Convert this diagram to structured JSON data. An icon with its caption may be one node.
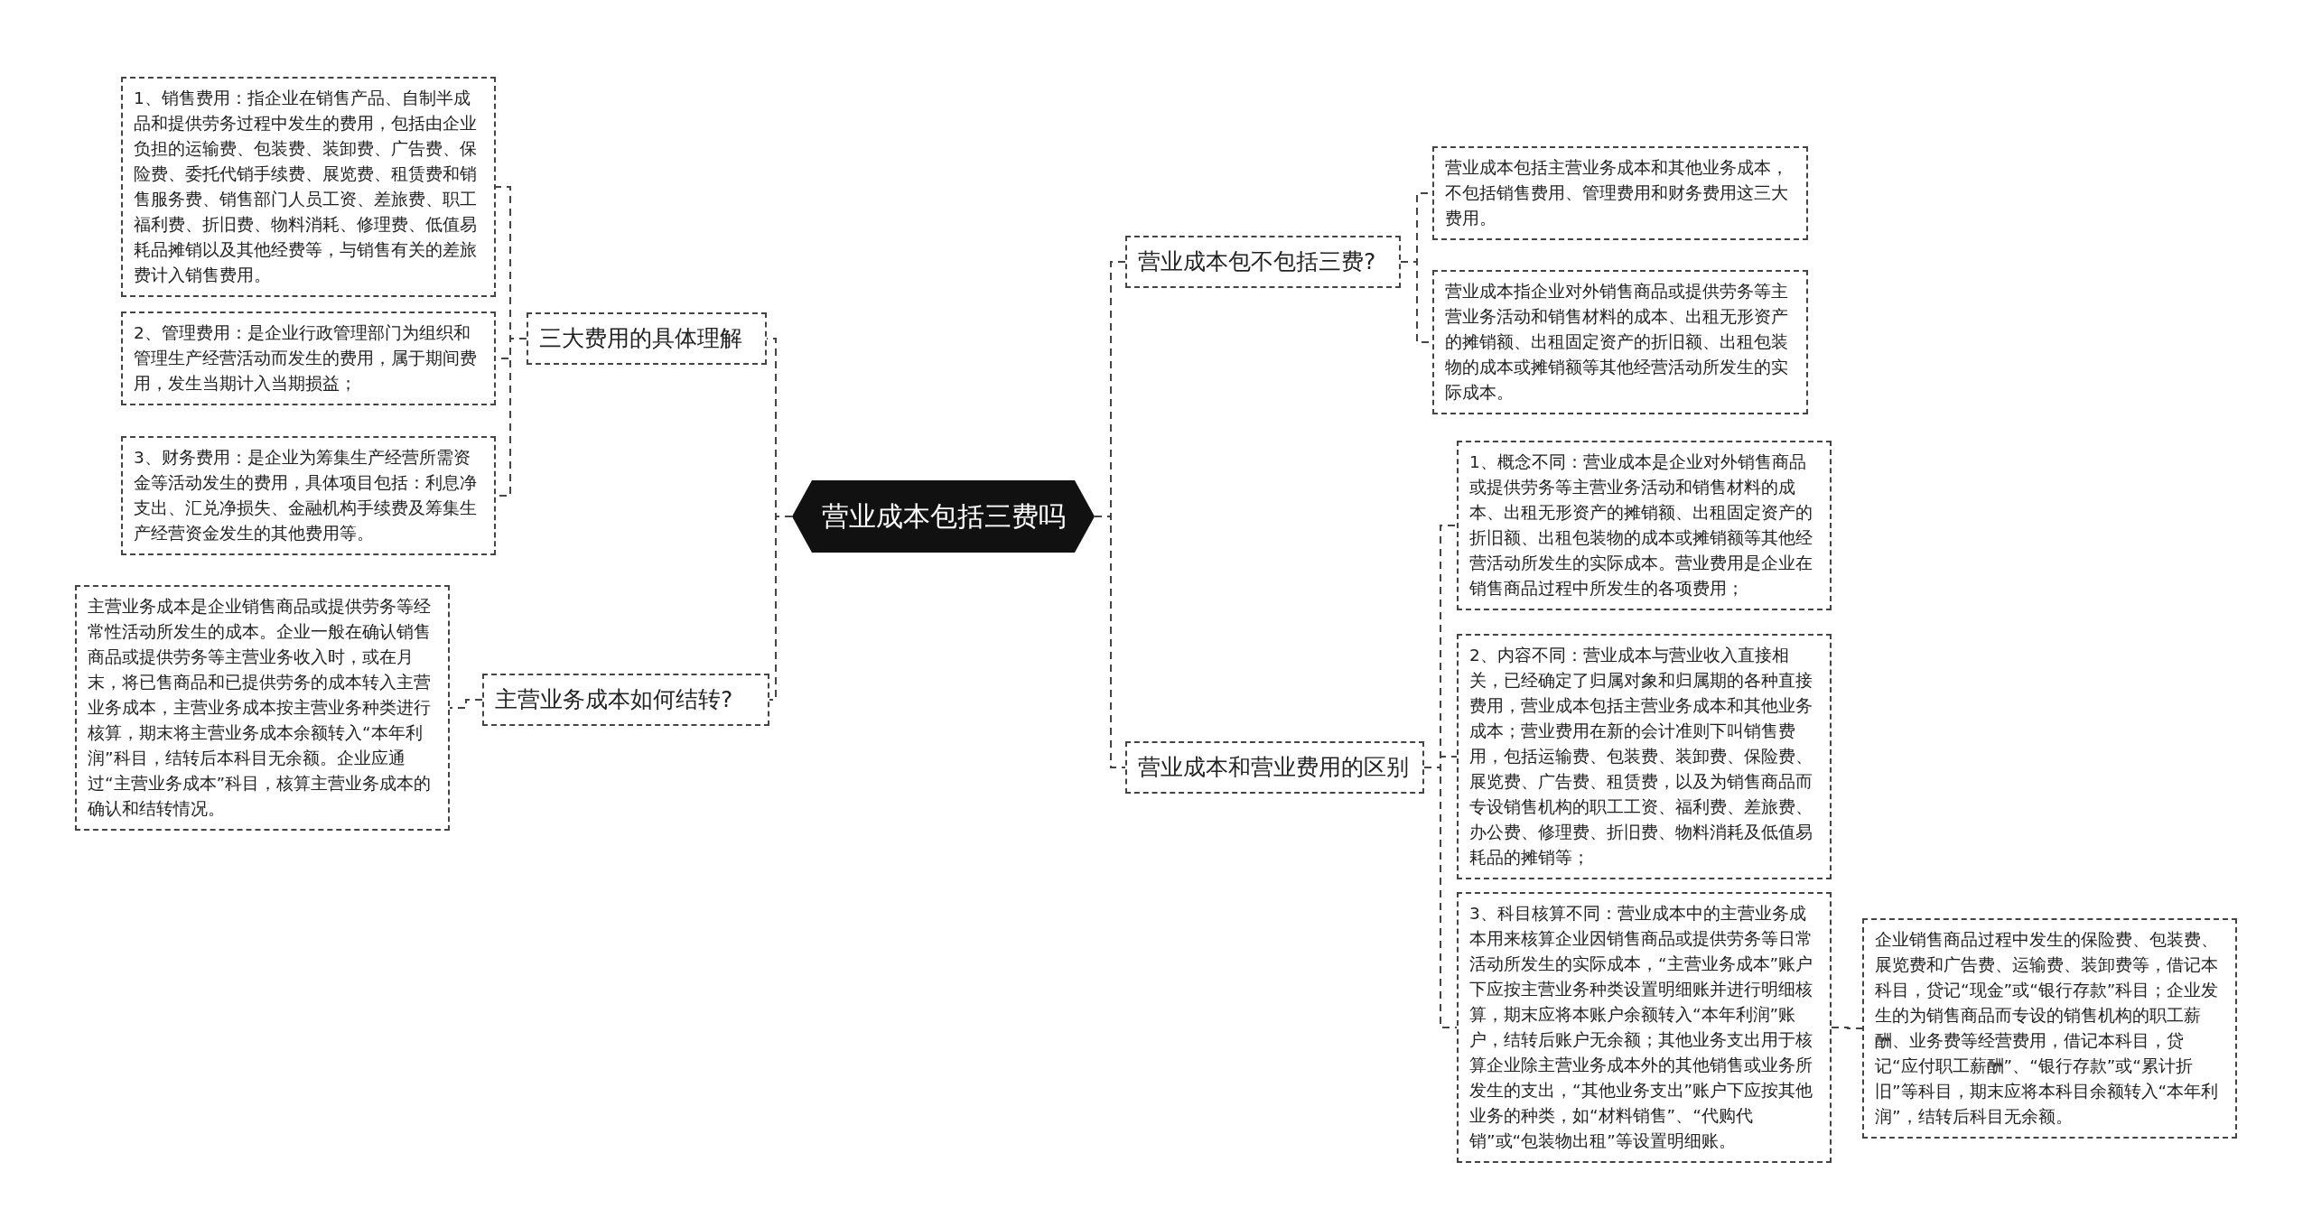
{
  "diagram": {
    "nodes": [
      {
        "text": [
          "营业成本包括三费吗"
        ]
      },
      {
        "text": [
          "三大费用的具体理解"
        ]
      },
      {
        "text": [
          "1、销售费用：指企业在销售产品、自制半成品和提供劳务过程中发生的费用，包括由企业负担的运输费、包装费、装卸费、广告费、保险费、委托代销手续费、展览费、租赁费和销售服务费、销售部门人员工资、差旅费、职工福利费、折旧费、物料消耗、修理费、低值易耗品摊销以及其他经费等，与销售有关的差旅费计入销售费用。"
        ]
      },
      {
        "text": [
          "2、管理费用：是企业行政管理部门为组织和管理生产经营活动而发生的费用，属于期间费用，发生当期计入当期损益；"
        ]
      },
      {
        "text": [
          "3、财务费用：是企业为筹集生产经营所需资金等活动发生的费用，具体项目包括：利息净支出、汇兑净损失、金融机构手续费及筹集生产经营资金发生的其他费用等。"
        ]
      },
      {
        "text": [
          "主营业务成本如何结转?"
        ]
      },
      {
        "text": [
          "主营业务成本是企业销售商品或提供劳务等经常性活动所发生的成本。企业一般在确认销售商品或提供劳务等主营业务收入时，或在月末，将已售商品和已提供劳务的成本转入主营业务成本，主营业务成本按主营业务种类进行核算，期末将主营业务成本余额转入“本年利润”科目，结转后本科目无余额。企业应通过“主营业务成本”科目，核算主营业务成本的确认和结转情况。"
        ]
      },
      {
        "text": [
          "营业成本包不包括三费?"
        ]
      },
      {
        "text": [
          "营业成本包括主营业务成本和其他业务成本，不包括销售费用、管理费用和财务费用这三大费用。"
        ]
      },
      {
        "text": [
          "营业成本指企业对外销售商品或提供劳务等主营业务活动和销售材料的成本、出租无形资产的摊销额、出租固定资产的折旧额、出租包装物的成本或摊销额等其他经营活动所发生的实际成本。"
        ]
      },
      {
        "text": [
          "营业成本和营业费用的区别"
        ]
      },
      {
        "text": [
          "1、概念不同：营业成本是企业对外销售商品或提供劳务等主营业务活动和销售材料的成本、出租无形资产的摊销额、出租固定资产的折旧额、出租包装物的成本或摊销额等其他经营活动所发生的实际成本。营业费用是企业在销售商品过程中所发生的各项费用；"
        ]
      },
      {
        "text": [
          "2、内容不同：营业成本与营业收入直接相关，已经确定了归属对象和归属期的各种直接费用，营业成本包括主营业务成本和其他业务成本；营业费用在新的会计准则下叫销售费用，包括运输费、包装费、装卸费、保险费、展览费、广告费、租赁费，以及为销售商品而专设销售机构的职工工资、福利费、差旅费、办公费、修理费、折旧费、物料消耗及低值易耗品的摊销等；"
        ]
      },
      {
        "text": [
          "3、科目核算不同：营业成本中的主营业务成本用来核算企业因销售商品或提供劳务等日常活动所发生的实际成本，“主营业务成本”账户下应按主营业务种类设置明细账并进行明细核算，期末应将本账户余额转入“本年利润”账户，结转后账户无余额；其他业务支出用于核算企业除主营业务成本外的其他销售或业务所发生的支出，“其他业务支出”账户下应按其他业务的种类，如“材料销售”、“代购代销”或“包装物出租”等设置明细账。"
        ]
      },
      {
        "text": [
          "企业销售商品过程中发生的保险费、包装费、展览费和广告费、运输费、装卸费等，借记本科目，贷记“现金”或“银行存款”科目；企业发生的为销售商品而专设的销售机构的职工薪酬、业务费等经营费用，借记本科目，贷记“应付职工薪酬”、“银行存款”或“累计折旧”等科目，期末应将本科目余额转入“本年利润”，结转后科目无余额。"
        ]
      }
    ],
    "edges": [
      {
        "from": 0,
        "to": 1,
        "arrow": "none",
        "style": "dashed"
      },
      {
        "from": 1,
        "to": 2,
        "arrow": "none",
        "style": "dashed"
      },
      {
        "from": 1,
        "to": 3,
        "arrow": "none",
        "style": "dashed"
      },
      {
        "from": 1,
        "to": 4,
        "arrow": "none",
        "style": "dashed"
      },
      {
        "from": 0,
        "to": 5,
        "arrow": "none",
        "style": "dashed"
      },
      {
        "from": 5,
        "to": 6,
        "arrow": "none",
        "style": "dashed"
      },
      {
        "from": 0,
        "to": 7,
        "arrow": "none",
        "style": "dashed"
      },
      {
        "from": 7,
        "to": 8,
        "arrow": "none",
        "style": "dashed"
      },
      {
        "from": 7,
        "to": 9,
        "arrow": "none",
        "style": "dashed"
      },
      {
        "from": 0,
        "to": 10,
        "arrow": "none",
        "style": "dashed"
      },
      {
        "from": 10,
        "to": 11,
        "arrow": "none",
        "style": "dashed"
      },
      {
        "from": 10,
        "to": 12,
        "arrow": "none",
        "style": "dashed"
      },
      {
        "from": 10,
        "to": 13,
        "arrow": "none",
        "style": "dashed"
      },
      {
        "from": 13,
        "to": 14,
        "arrow": "none",
        "style": "dashed"
      }
    ]
  }
}
